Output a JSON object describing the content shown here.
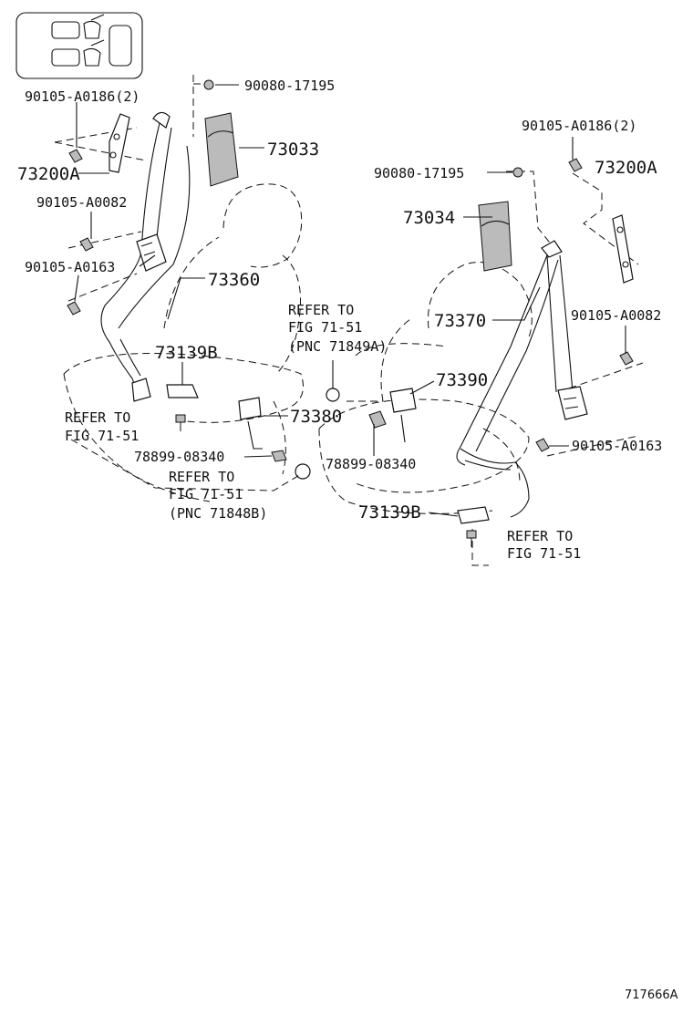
{
  "diagram_id": "717666A",
  "labels": {
    "l_90105_A0186": "90105-A0186(2)",
    "l_73200A": "73200A",
    "l_90105_A0082": "90105-A0082",
    "l_90105_A0163": "90105-A0163",
    "l_90080_17195": "90080-17195",
    "l_73033": "73033",
    "l_73360": "73360",
    "l_73139B": "73139B",
    "l_73380": "73380",
    "l_78899_08340": "78899-08340",
    "r_90105_A0186": "90105-A0186(2)",
    "r_73200A": "73200A",
    "r_90080_17195": "90080-17195",
    "r_73034": "73034",
    "r_73370": "73370",
    "r_90105_A0082": "90105-A0082",
    "r_73390": "73390",
    "r_90105_A0163": "90105-A0163",
    "r_78899_08340": "78899-08340",
    "r_73139B": "73139B"
  },
  "refer_notes": {
    "left_bolt": {
      "line1": "REFER TO",
      "line2": "FIG 71-51"
    },
    "left_cap": {
      "line1": "REFER TO",
      "line2": "FIG 71-51",
      "line3": "(PNC 71848B)"
    },
    "center_cap": {
      "line1": "REFER TO",
      "line2": "FIG 71-51",
      "line3": "(PNC 71849A)"
    },
    "right_bolt": {
      "line1": "REFER TO",
      "line2": "FIG 71-51"
    }
  }
}
